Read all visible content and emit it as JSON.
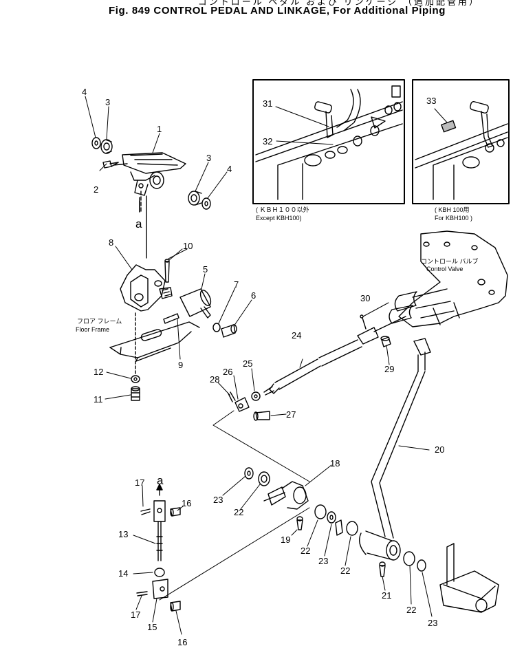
{
  "title_jp": "コントロール ペダル および リンケージ （追加配管用）",
  "title": "Fig. 849   CONTROL PEDAL AND LINKAGE, For Additional Piping",
  "inset_left": {
    "caption_jp": "( ＫＢＨ１００以外",
    "caption": "Except KBH100)"
  },
  "inset_right": {
    "caption_jp": "( KBH 100用",
    "caption": "For KBH100 )"
  },
  "floor_frame": {
    "jp": "フロア フレーム",
    "en": "Floor Frame"
  },
  "control_valve": {
    "jp": "コントロール バルブ",
    "en": "Control Valve"
  },
  "callout_a": "a",
  "parts": {
    "p1": "1",
    "p2": "2",
    "p3a": "3",
    "p3b": "3",
    "p4a": "4",
    "p4b": "4",
    "p5": "5",
    "p6": "6",
    "p7": "7",
    "p8": "8",
    "p9": "9",
    "p10": "10",
    "p11": "11",
    "p12": "12",
    "p13": "13",
    "p14": "14",
    "p15": "15",
    "p16a": "16",
    "p16b": "16",
    "p17a": "17",
    "p17b": "17",
    "p18": "18",
    "p19": "19",
    "p20": "20",
    "p21": "21",
    "p22a": "22",
    "p22b": "22",
    "p22c": "22",
    "p22d": "22",
    "p23a": "23",
    "p23b": "23",
    "p23c": "23",
    "p24": "24",
    "p25": "25",
    "p26": "26",
    "p27": "27",
    "p28": "28",
    "p29": "29",
    "p30": "30",
    "p31": "31",
    "p32": "32",
    "p33": "33"
  }
}
